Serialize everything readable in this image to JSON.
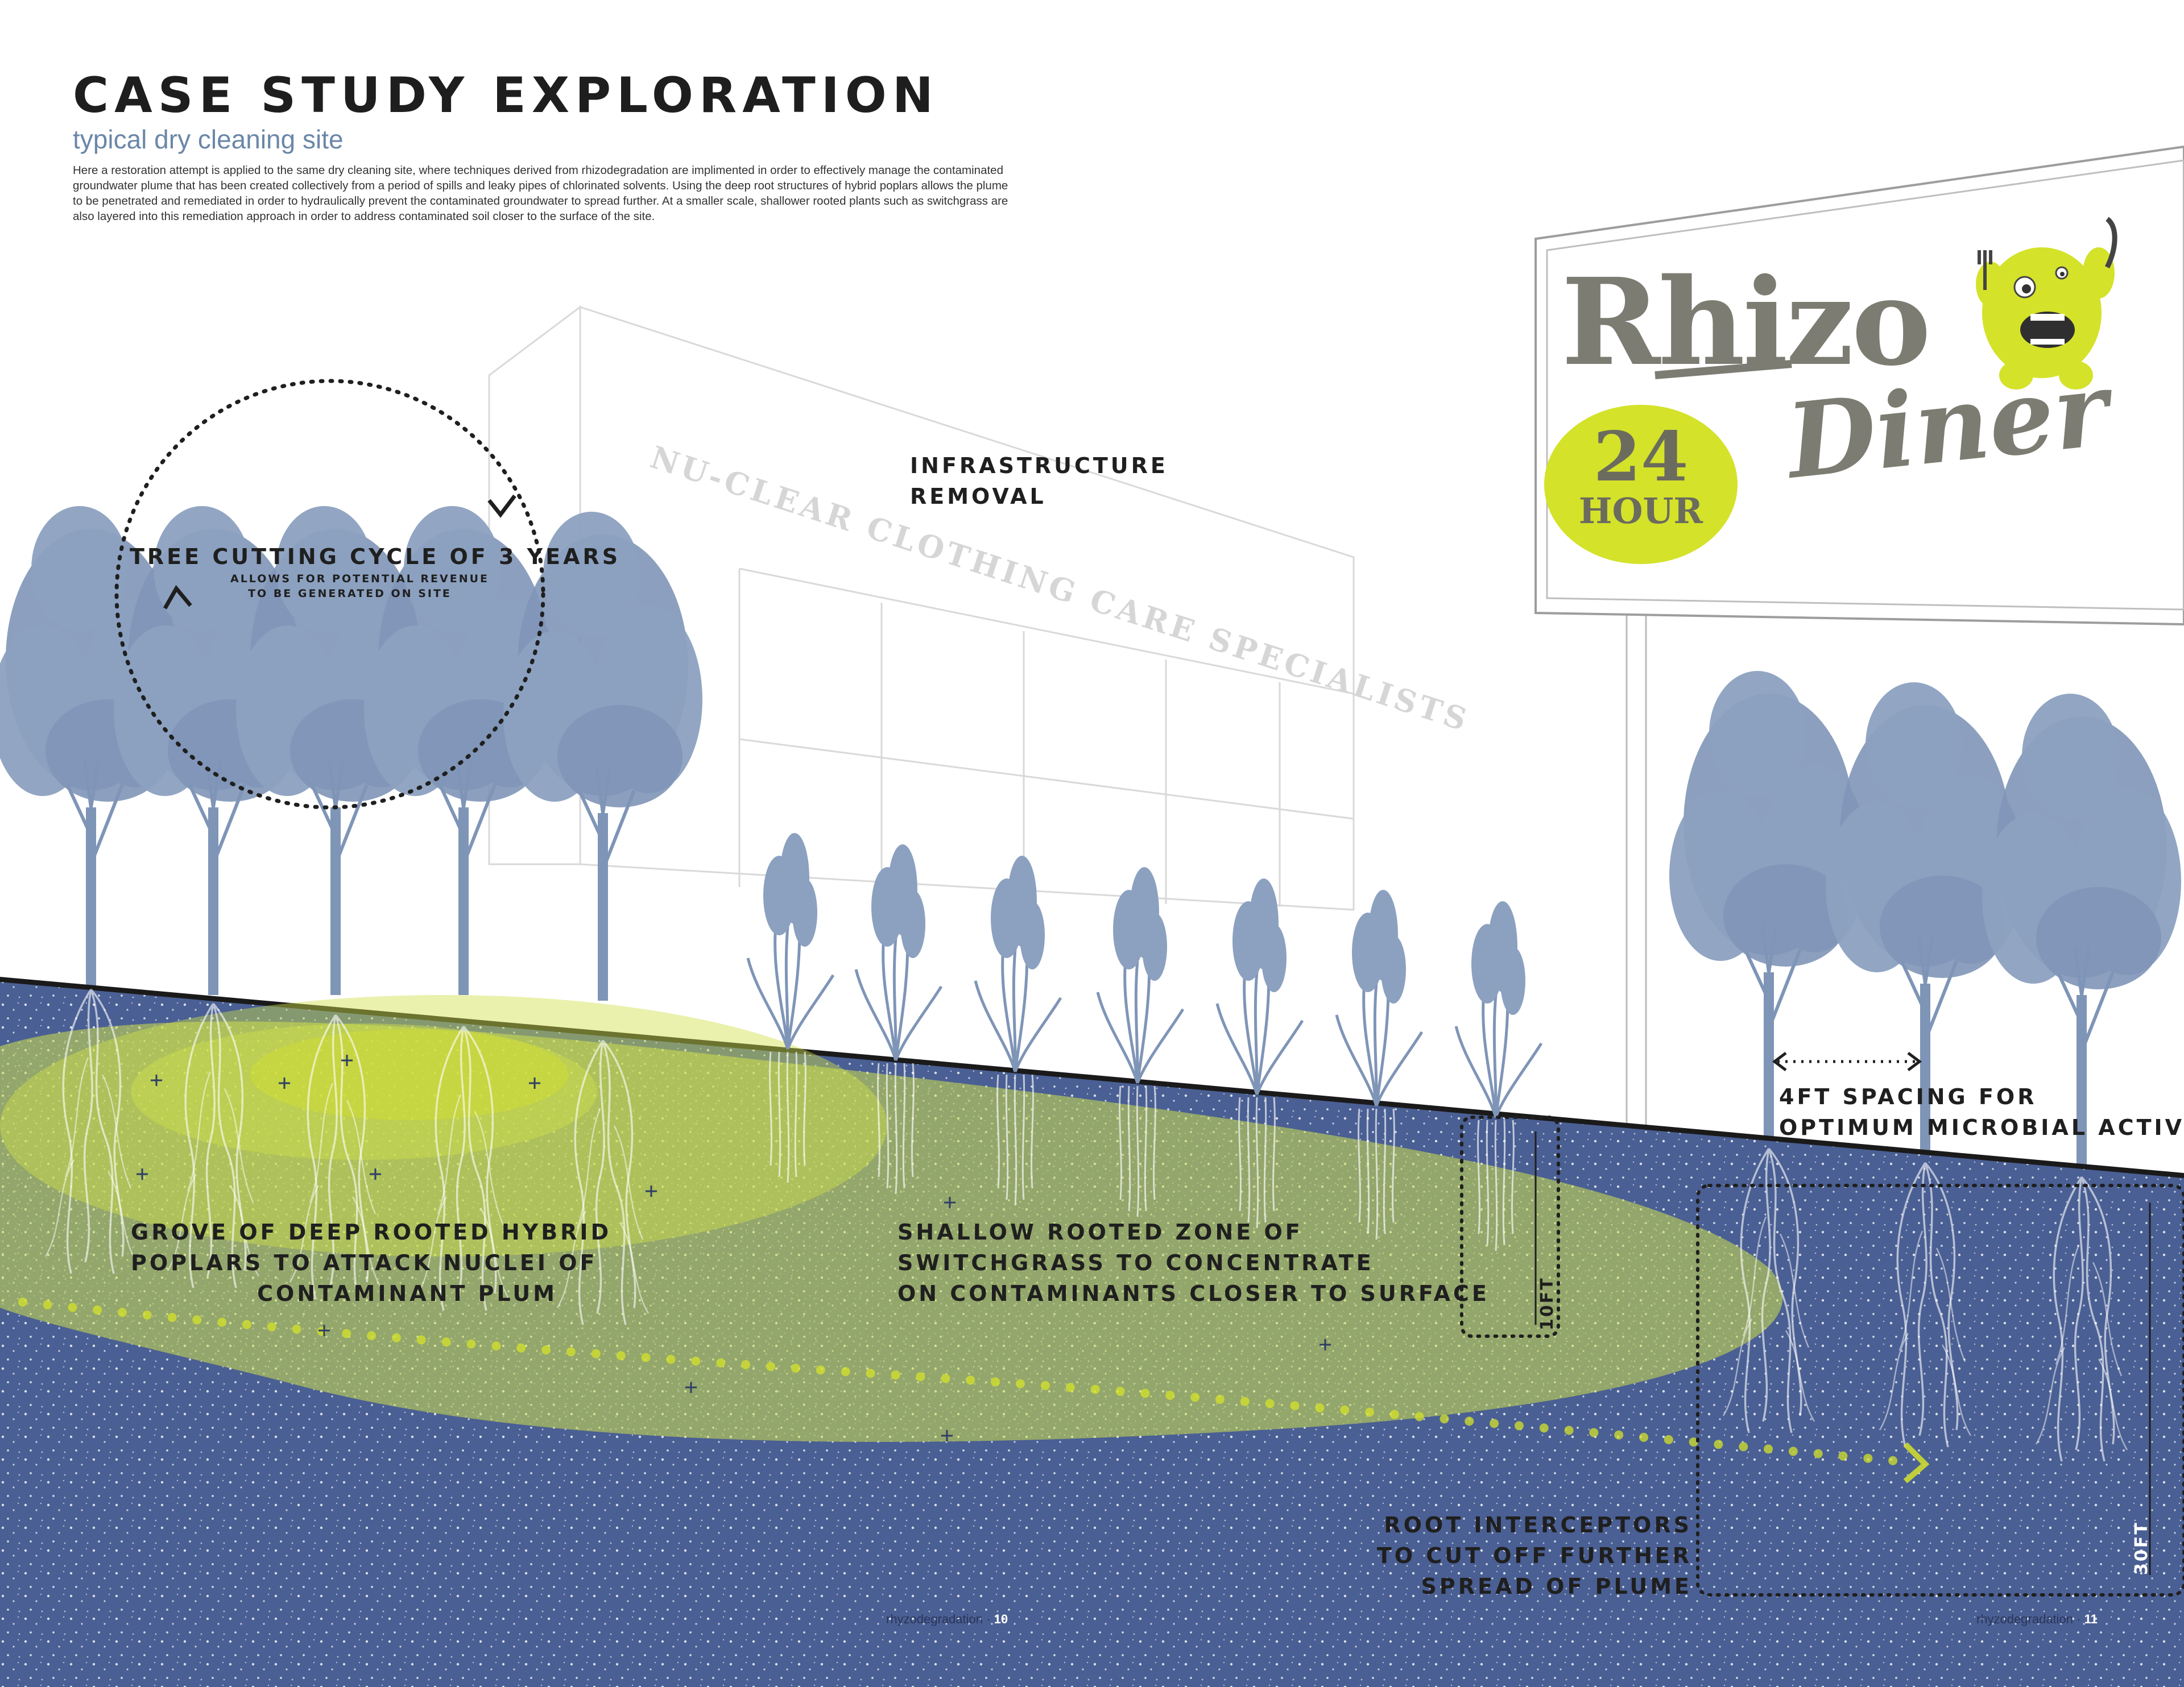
{
  "header": {
    "title": "CASE STUDY EXPLORATION",
    "subtitle": "typical dry cleaning site",
    "intro": "Here a restoration attempt is applied to the same dry cleaning site, where techniques derived from rhizodegradation are implimented in order to effectively manage the contaminated groundwater plume that has been created collectively from a period of spills and leaky pipes of chlorinated solvents. Using the deep root structures of hybrid poplars allows the plume to be penetrated and remediated in order to hydraulically prevent the contaminated groundwater to spread further. At a smaller scale, shallower rooted plants such as switchgrass are also layered into this remediation approach in order to address contaminated soil closer to the surface of the site."
  },
  "sign": {
    "name": "Rhizo",
    "type": "Diner",
    "badge_number": "24",
    "badge_word": "HOUR"
  },
  "building": {
    "sign_text": "NU-CLEAR CLOTHING CARE SPECIALISTS"
  },
  "annotations": {
    "cycle_title": "TREE CUTTING CYCLE OF 3 YEARS",
    "cycle_note_1": "ALLOWS FOR POTENTIAL REVENUE",
    "cycle_note_2": "TO BE GENERATED ON SITE",
    "infra_1": "INFRASTRUCTURE",
    "infra_2": "REMOVAL",
    "grove_1": "GROVE OF DEEP ROOTED HYBRID",
    "grove_2": "POPLARS TO ATTACK NUCLEI OF",
    "grove_3": "CONTAMINANT PLUM",
    "switch_1": "SHALLOW ROOTED ZONE OF",
    "switch_2": "SWITCHGRASS TO CONCENTRATE",
    "switch_3": "ON CONTAMINANTS CLOSER TO SURFACE",
    "spacing_1": "4FT SPACING FOR",
    "spacing_2": "OPTIMUM MICROBIAL ACTIVITY",
    "intercept_1": "ROOT INTERCEPTORS",
    "intercept_2": "TO CUT OFF FURTHER",
    "intercept_3": "SPREAD OF PLUME",
    "depth_shallow": "10FT",
    "depth_deep": "30FT"
  },
  "folios": {
    "left_text": "rhyzodegradation",
    "left_num": "10",
    "right_text": "rhyzodegradation",
    "right_num": "11"
  },
  "colors": {
    "ground": "#4a5f93",
    "plume": "#cfe04a",
    "tree": "#7f95b7",
    "accent": "#d4e22a",
    "sign_text": "#7c7c72"
  }
}
